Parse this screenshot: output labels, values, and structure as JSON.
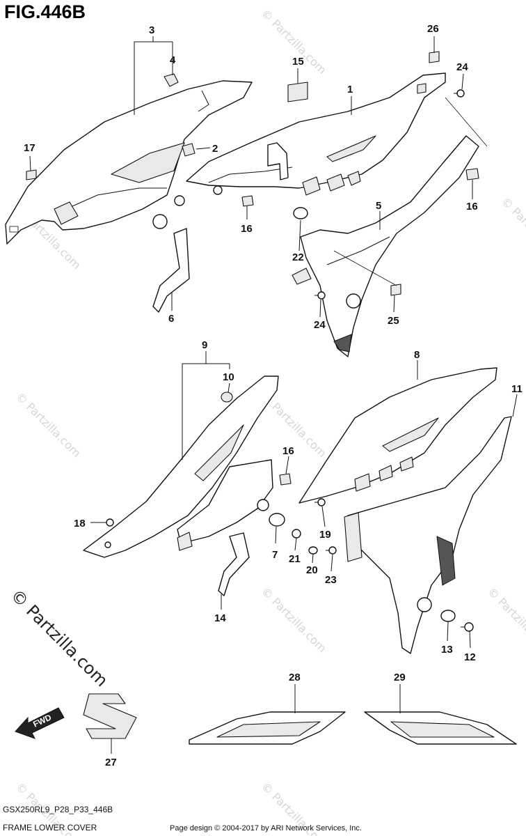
{
  "figure_title": "FIG.446B",
  "footer": {
    "model_code": "GSX250RL9_P28_P33_446B",
    "section_name": "FRAME LOWER COVER",
    "copyright": "Page design © 2004-2017 by ARI Network Services, Inc."
  },
  "watermark": {
    "text": "© Partzilla.com",
    "small_text": "© Partzilla.com"
  },
  "fwd_label": "FWD",
  "callouts": {
    "c1": "1",
    "c2": "2",
    "c3": "3",
    "c4": "4",
    "c5": "5",
    "c6": "6",
    "c7": "7",
    "c8": "8",
    "c9": "9",
    "c10": "10",
    "c11": "11",
    "c12": "12",
    "c13": "13",
    "c14": "14",
    "c15": "15",
    "c16a": "16",
    "c16b": "16",
    "c16c": "16",
    "c17": "17",
    "c18": "18",
    "c19": "19",
    "c20": "20",
    "c21": "21",
    "c22": "22",
    "c23": "23",
    "c24a": "24",
    "c24b": "24",
    "c25": "25",
    "c26": "26",
    "c27": "27",
    "c28": "28",
    "c29": "29"
  }
}
